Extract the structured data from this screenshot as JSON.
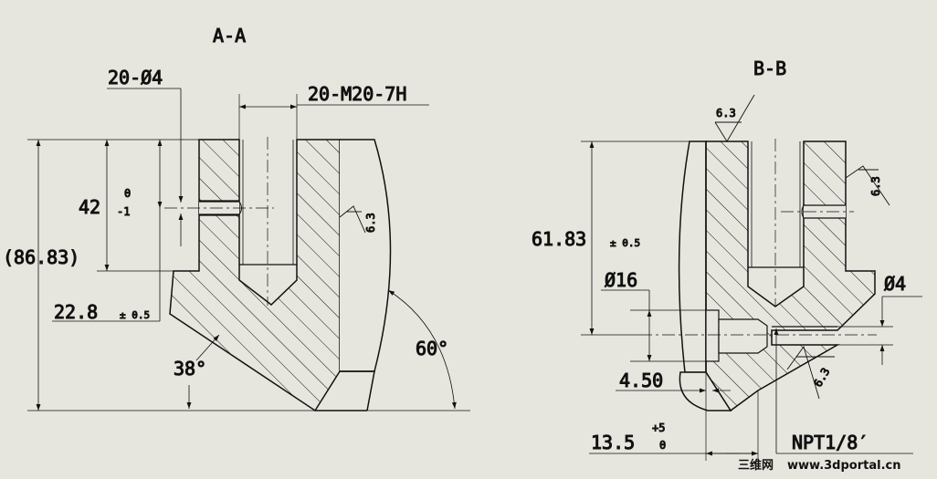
{
  "section_a": {
    "title": "A-A",
    "hole_callout": "20-Ø4",
    "thread_callout": "20-M20-7H",
    "dim_42": "42",
    "tol_upper_0": "0",
    "tol_lower_m1": "-1",
    "overall_height": "(86.83)",
    "dim_22_8": "22.8",
    "tol_pm05": "± 0.5",
    "angle_38": "38°",
    "angle_60": "60°",
    "surface_finish": "6.3"
  },
  "section_b": {
    "title": "B-B",
    "surface_finish_top": "6.3",
    "surface_finish_right": "6.3",
    "surface_finish_bottom": "6.3",
    "dim_61_83": "61.83",
    "tol_pm05": "± 0.5",
    "dia_16": "Ø16",
    "dia_4": "Ø4",
    "dim_4_50": "4.50",
    "dim_13_5": "13.5",
    "tol_upper_p5": "+5",
    "tol_lower_0": "0",
    "thread_npt": "NPT1/8′"
  },
  "watermark": {
    "cn": "三维网",
    "site": "www.3dportal.cn"
  },
  "colors": {
    "background": "#e6e6de",
    "line": "#111111",
    "watermark": "#d02020"
  }
}
